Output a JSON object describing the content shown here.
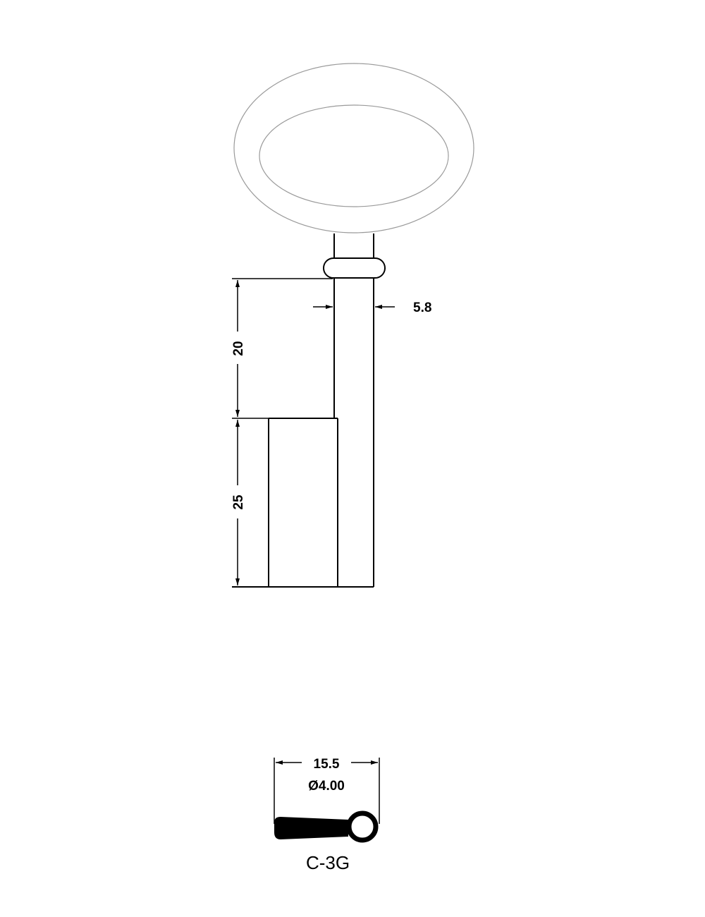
{
  "drawing": {
    "title": "C-3G",
    "colors": {
      "outline": "#000000",
      "bow_outline": "#9a9a9a",
      "background": "#ffffff"
    }
  },
  "dimensions": {
    "shaft_width": "5.8",
    "shaft_length": "20",
    "bit_length": "25",
    "cross_section_width": "15.5",
    "pin_diameter": "Ø4.00"
  },
  "parts": {
    "bow": "oval bow (outer and inner ellipse)",
    "collar": "rounded collar",
    "shaft": "shaft",
    "bit": "bit",
    "profile": "cross-section profile"
  }
}
